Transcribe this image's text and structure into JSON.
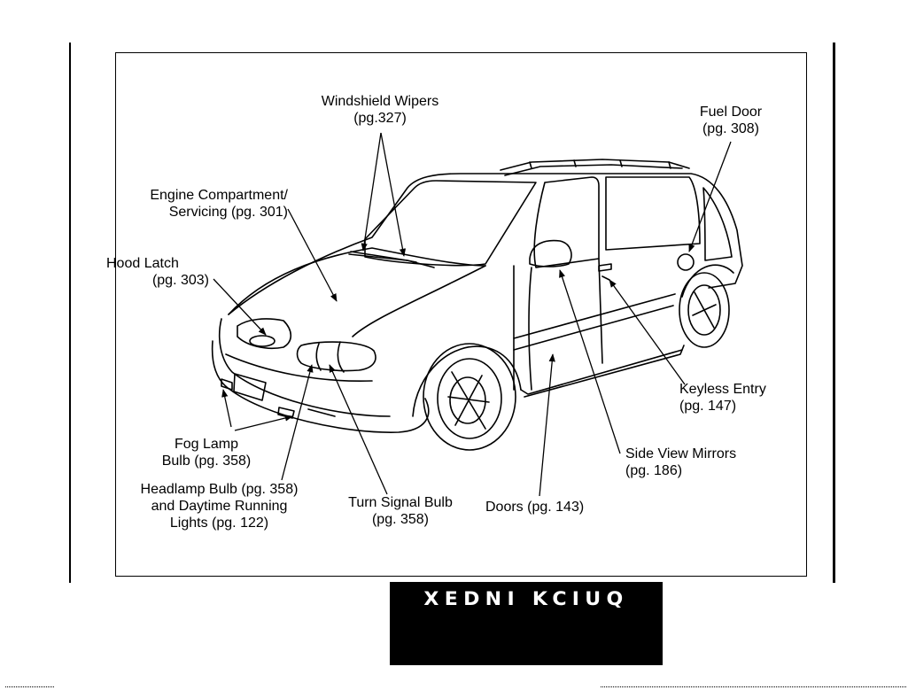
{
  "labels": {
    "windshield_wipers": {
      "line1": "Windshield Wipers",
      "line2": "(pg.327)"
    },
    "fuel_door": {
      "line1": "Fuel Door",
      "line2": "(pg. 308)"
    },
    "engine_compartment": {
      "line1": "Engine Compartment/",
      "line2": "Servicing (pg. 301)"
    },
    "hood_latch": {
      "line1": "Hood Latch",
      "line2": "(pg. 303)"
    },
    "keyless_entry": {
      "line1": "Keyless Entry",
      "line2": "(pg. 147)"
    },
    "fog_lamp": {
      "line1": "Fog Lamp",
      "line2": "Bulb (pg. 358)"
    },
    "side_view_mirrors": {
      "line1": "Side View Mirrors",
      "line2": "(pg. 186)"
    },
    "headlamp": {
      "line1": "Headlamp Bulb (pg. 358)",
      "line2": "and Daytime Running",
      "line3": "Lights (pg. 122)"
    },
    "turn_signal": {
      "line1": "Turn Signal Bulb",
      "line2": "(pg. 358)"
    },
    "doors": {
      "line1": "Doors (pg. 143)"
    }
  },
  "tab": {
    "text": "XEDNI KCIUQ"
  }
}
